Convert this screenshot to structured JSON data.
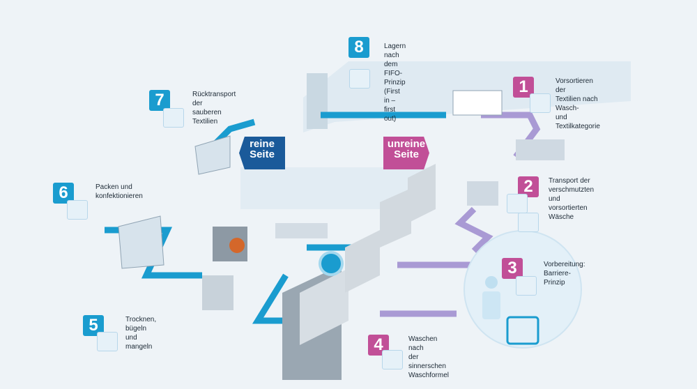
{
  "steps": [
    {
      "number": "1",
      "label": "Vorsortieren der\nTextilien nach Wasch-\nund Textilkategorie",
      "color": "pink",
      "icon": "recycle-icon"
    },
    {
      "number": "2",
      "label": "Transport der\nverschmutzten und\nvorsortierten Wäsche",
      "color": "pink",
      "icon": "box-icon"
    },
    {
      "number": "3",
      "label": "Vorbereitung:\nBarriere-Prinzip",
      "color": "pink",
      "icon": "scissors-icon"
    },
    {
      "number": "4",
      "label": "Waschen nach\nder sinnerschen\nWaschformel",
      "color": "pink",
      "icon": "flask-timer-icon"
    },
    {
      "number": "5",
      "label": "Trocknen, bügeln\nund mangeln",
      "color": "blue",
      "icon": "heat-icon"
    },
    {
      "number": "6",
      "label": "Packen und\nkonfektionieren",
      "color": "blue",
      "icon": "box-icon"
    },
    {
      "number": "7",
      "label": "Rücktransport der\nsauberen Textilien",
      "color": "blue",
      "icon": "cart-icon"
    },
    {
      "number": "8",
      "label": "Lagern nach dem FIFO-Prinzip (First in – first out)",
      "color": "blue",
      "icon": "shelf-icon"
    }
  ],
  "sides": {
    "clean": "reine\nSeite",
    "dirty": "unreine\nSeite"
  },
  "colors": {
    "blue": "#1a9ccf",
    "pink": "#c14f97",
    "path_clean": "#1a9ccf",
    "path_dirty": "#a99ad4",
    "background": "#eef3f7"
  }
}
